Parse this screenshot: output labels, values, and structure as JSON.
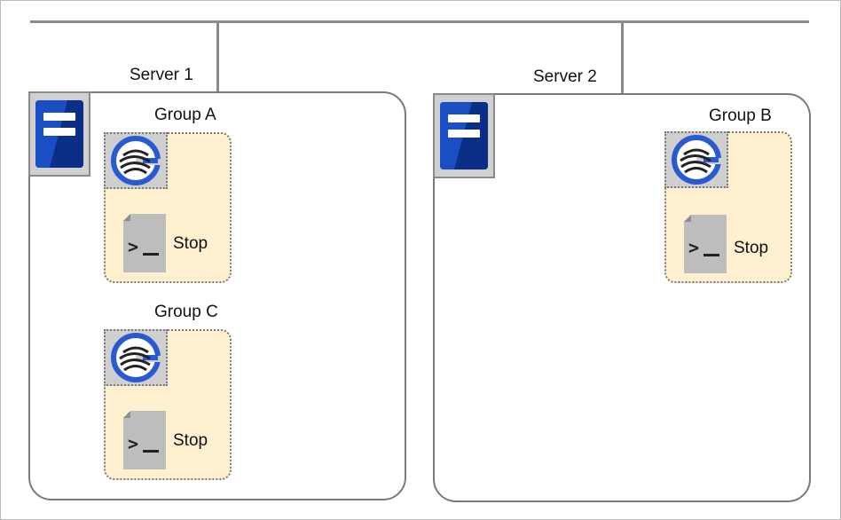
{
  "servers": [
    {
      "label": "Server 1"
    },
    {
      "label": "Server 2"
    }
  ],
  "groups": [
    {
      "label": "Group A",
      "resource_status": "Stop"
    },
    {
      "label": "Group C",
      "resource_status": "Stop"
    },
    {
      "label": "Group B",
      "resource_status": "Stop"
    }
  ],
  "icons": {
    "server": "server-icon",
    "group": "failover-group-icon",
    "script": "script-resource-icon"
  },
  "colors": {
    "server_icon": "#1a4fc4",
    "group_fill": "#fff1cf",
    "border": "#7a7a7a"
  }
}
